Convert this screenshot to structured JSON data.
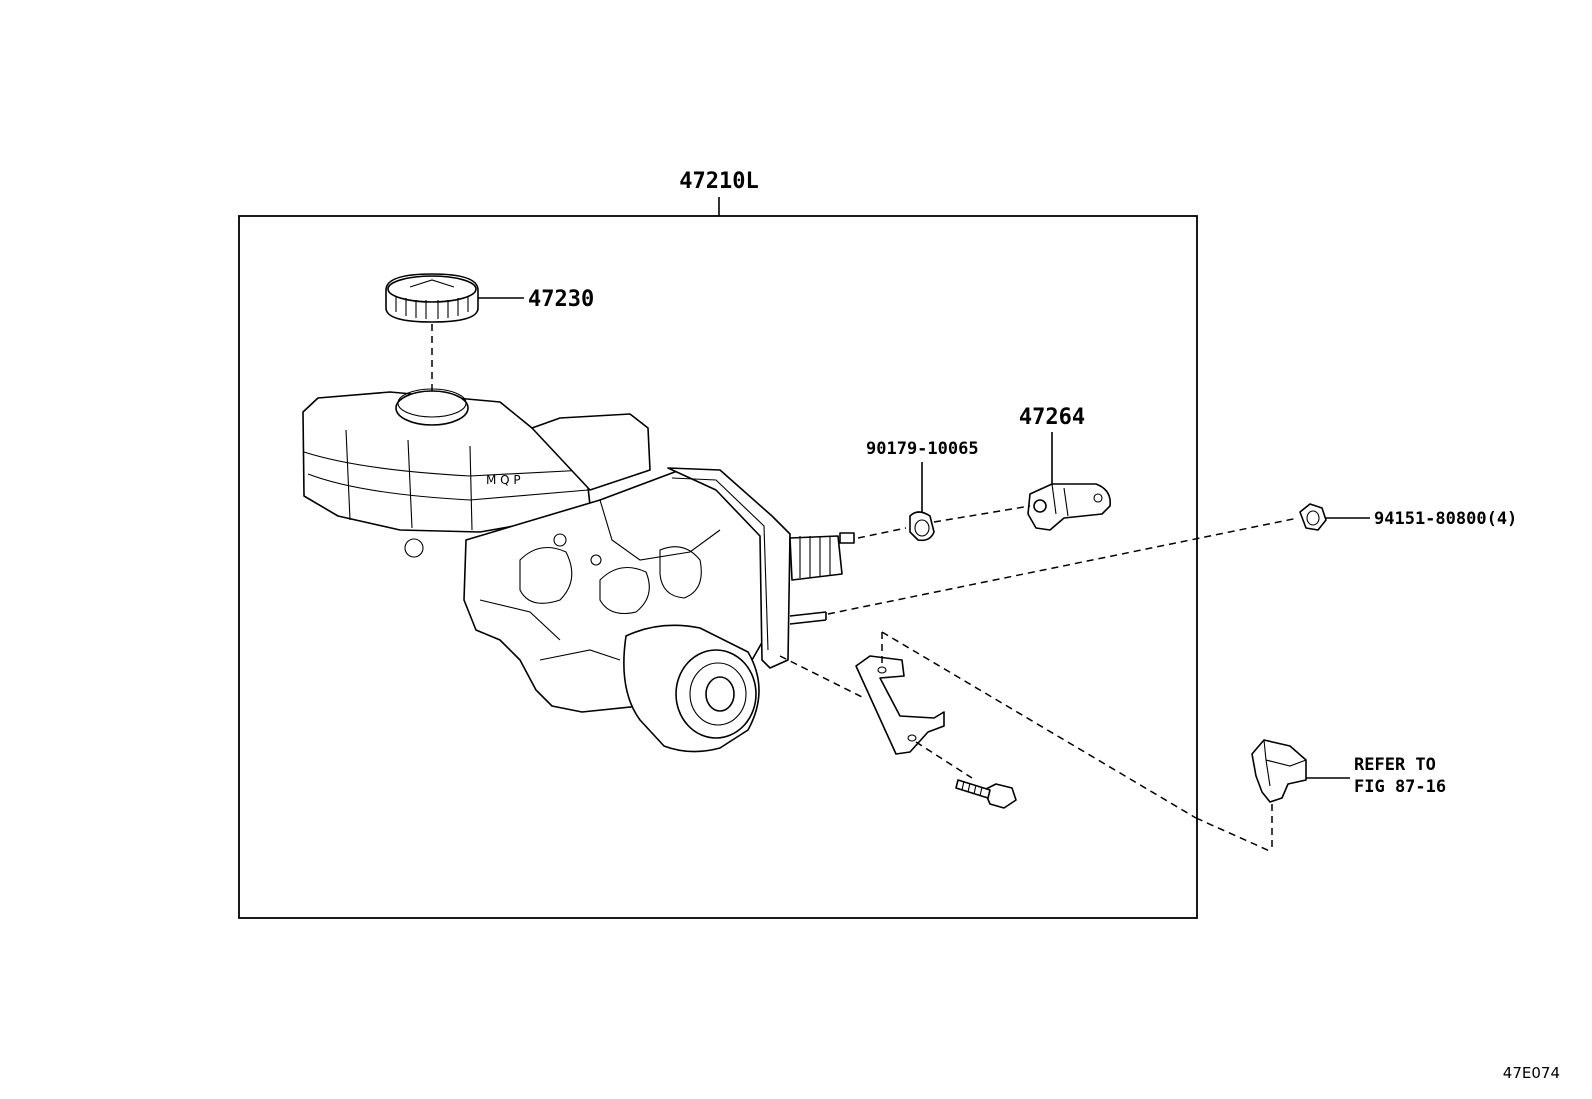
{
  "diagram": {
    "callouts": {
      "assembly": "47210L",
      "reservoir_cap": "47230",
      "clevis": "47264",
      "pin": "90179-10065",
      "nut": "94151-80800(4)",
      "reference_line1": "REFER TO",
      "reference_line2": "FIG 87-16"
    },
    "figure_code": "47E074"
  }
}
